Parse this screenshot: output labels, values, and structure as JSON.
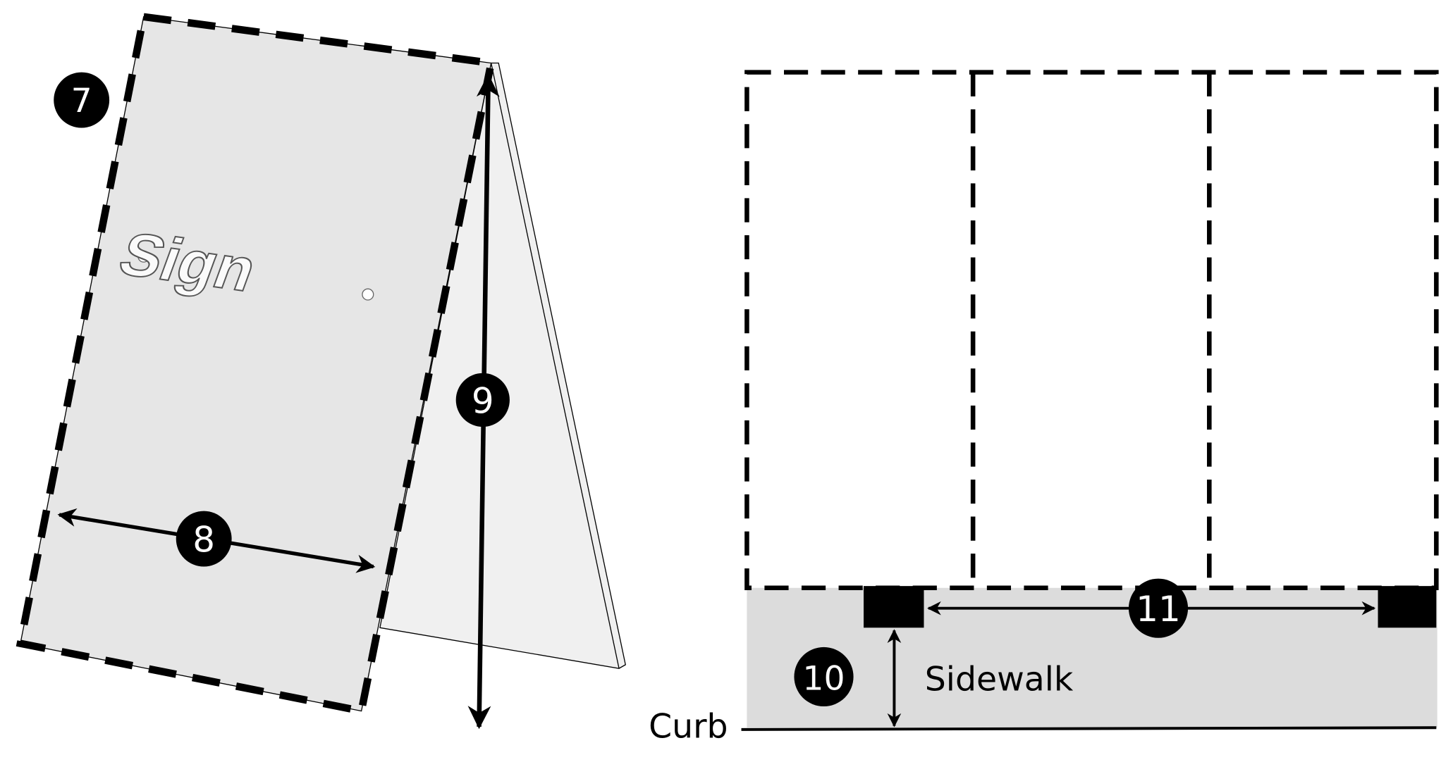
{
  "callouts": {
    "c7": "7",
    "c8": "8",
    "c9": "9",
    "c10": "10",
    "c11": "11"
  },
  "sign_text": "Sign",
  "labels": {
    "sidewalk": "Sidewalk",
    "curb": "Curb"
  },
  "colors": {
    "panel": "#e6e6e6",
    "back_panel": "#f0f0f0",
    "sidewalk": "#dcdcdc",
    "ink": "#000000"
  }
}
